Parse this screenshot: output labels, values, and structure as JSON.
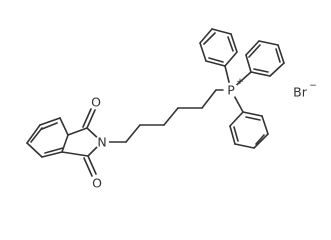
{
  "molecule": {
    "atom_labels": {
      "phosphorus": "P",
      "phosphorus_charge": "+",
      "nitrogen": "N",
      "oxygen_top": "O",
      "oxygen_bottom": "O"
    },
    "counterion": {
      "symbol": "Br",
      "charge": "−"
    },
    "colors": {
      "bond": "#333333",
      "background": "#ffffff"
    }
  }
}
